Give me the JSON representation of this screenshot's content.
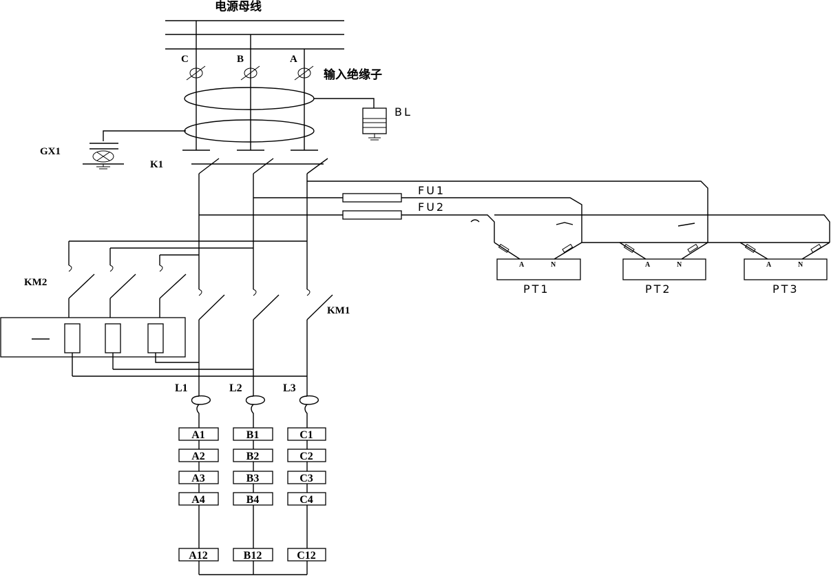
{
  "title": "电源母线",
  "phases": [
    "C",
    "B",
    "A"
  ],
  "insulator_label": "输入绝缘子",
  "bl_label": "BL",
  "gx1_label": "GX1",
  "k1_label": "K1",
  "fuses": [
    "FU1",
    "FU2"
  ],
  "km2_label": "KM2",
  "km1_label": "KM1",
  "inductors": [
    "L1",
    "L2",
    "L3"
  ],
  "pt_terminal_a": "A",
  "pt_terminal_n": "N",
  "pts": [
    "PT1",
    "PT2",
    "PT3"
  ],
  "load_columns": [
    [
      "A1",
      "A2",
      "A3",
      "A4",
      "A12"
    ],
    [
      "B1",
      "B2",
      "B3",
      "B4",
      "B12"
    ],
    [
      "C1",
      "C2",
      "C3",
      "C4",
      "C12"
    ]
  ]
}
